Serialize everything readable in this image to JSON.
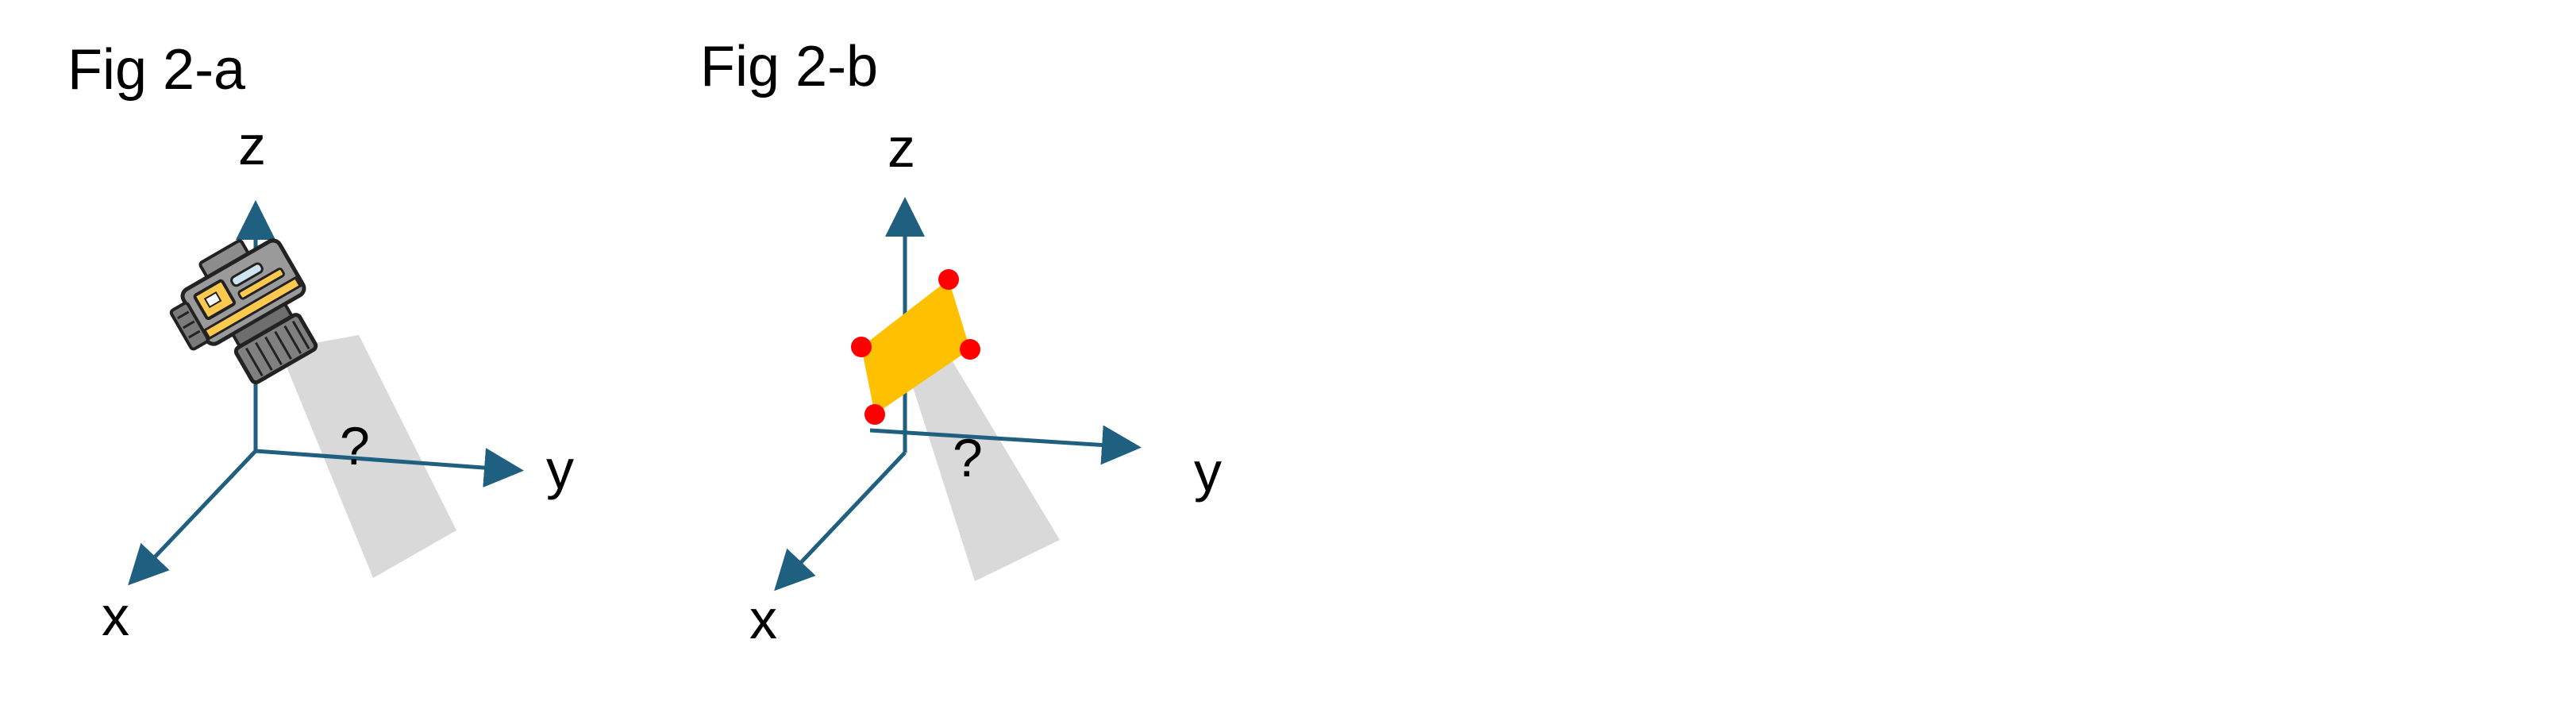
{
  "figures": [
    {
      "title": "Fig 2-a",
      "axes": {
        "x": "x",
        "y": "y",
        "z": "z"
      },
      "unknown_label": "?",
      "object": "camera-icon"
    },
    {
      "title": "Fig 2-b",
      "axes": {
        "x": "x",
        "y": "y",
        "z": "z"
      },
      "unknown_label": "?",
      "object": "rectangle-marker"
    }
  ],
  "colors": {
    "axis": "#1f5f7f",
    "projection": "#d9d9d9",
    "marker_fill": "#ffc000",
    "corner_points": "#ff0000",
    "camera_body": "#8c8c8c",
    "camera_accent": "#ffc94d"
  }
}
